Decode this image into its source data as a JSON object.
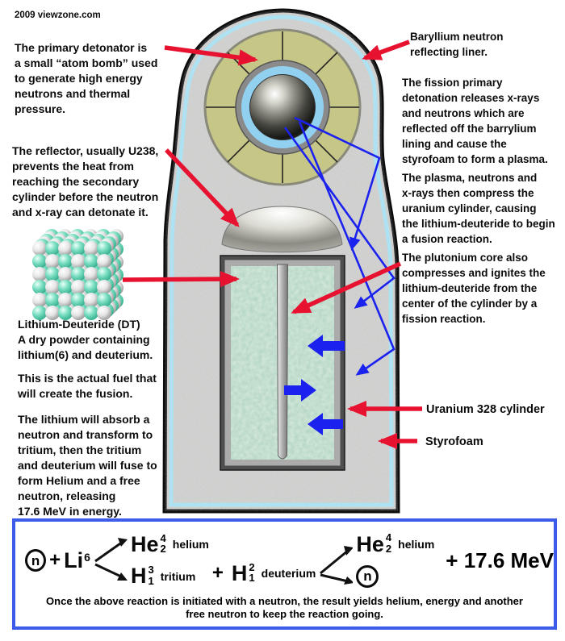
{
  "credit": "2009 viewzone.com",
  "colors": {
    "arrow_red": "#e61230",
    "ray_blue": "#1c22ee",
    "casing_lining_cyan": "#aee2f2",
    "casing_fill_gray": "#d8d8d6",
    "primary_ring_olive": "#c6c687",
    "primary_liner_blue": "#92d0f0",
    "fuel_teal": "#aed2bf",
    "crystal_teal": "#5fd4b2",
    "crystal_white": "#f0f0f0",
    "box_border_blue": "#3a5ce8"
  },
  "left_annotations": {
    "primary_detonator": "The primary detonator is\na small “atom bomb” used\nto generate high energy\nneutrons and thermal\npressure.",
    "reflector": "The reflector, usually U238,\nprevents the heat from\nreaching the secondary\ncylinder before the neutron\nand x-ray can detonate it.",
    "lithium_deuteride": "Lithium-Deuteride (DT)\nA dry powder containing\nlithium(6) and deuterium.",
    "fuel": "This is the actual fuel that\nwill create the fusion.",
    "fusion_process": "The lithium will absorb a\nneutron and transform to\ntritium, then the tritium\nand deuterium will fuse to\nform Helium and a free\nneutron, releasing\n17.6 MeV in energy."
  },
  "right_annotations": {
    "beryllium_liner": "Baryllium neutron\nreflecting liner.",
    "fission_primary": "The fission primary\ndetonation releases x-rays\nand neutrons which are\nreflected off the barrylium\nlining and cause the\nstyrofoam to form a plasma.",
    "plasma_compression": "The plasma, neutrons and\nx-rays then compress the\nuranium cylinder, causing\nthe lithium-deuteride to begin\na fusion reaction.",
    "plutonium_core": "The plutonium core also\ncompresses and ignites the\nlithium-deuteride from the\ncenter of the cylinder by a\nfission reaction.",
    "uranium_cylinder": "Uranium 328 cylinder",
    "styrofoam": "Styrofoam"
  },
  "equation": {
    "n1": "n",
    "plus1": "+",
    "li": "Li",
    "li_sup": "6",
    "he1": "He",
    "he1_sup": "4",
    "he1_sub": "2",
    "he1_word": "helium",
    "h1": "H",
    "h1_sup": "3",
    "h1_sub": "1",
    "h1_word": "tritium",
    "plus2": "+",
    "h2": "H",
    "h2_sup": "2",
    "h2_sub": "1",
    "h2_word": "deuterium",
    "he2": "He",
    "he2_sup": "4",
    "he2_sub": "2",
    "he2_word": "helium",
    "n2": "n",
    "energy": "+ 17.6 MeV",
    "caption": "Once the above reaction is initiated with a neutron, the result yields helium, energy and another\nfree neutron to keep the reaction going."
  }
}
